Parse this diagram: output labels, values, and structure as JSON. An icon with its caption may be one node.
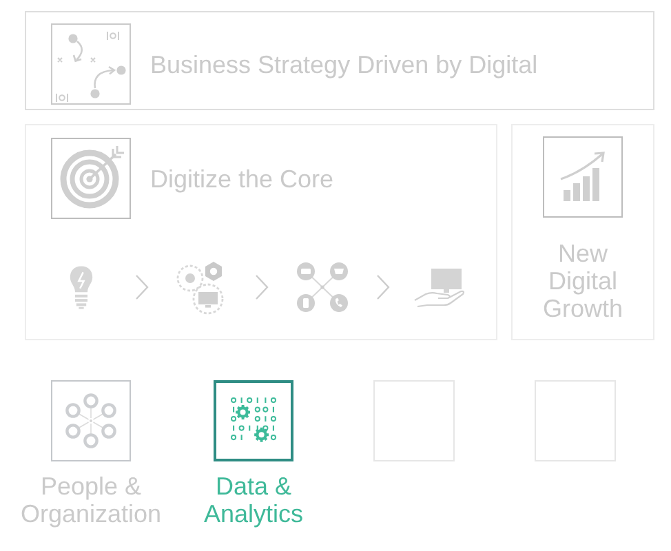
{
  "diagram": {
    "nodes": [
      {
        "text": [
          "Business Strategy Driven by Digital"
        ]
      },
      {
        "text": [
          "Digitize the Core"
        ]
      },
      {
        "text": [],
        "shape": "picture",
        "in": 1
      },
      {
        "text": [],
        "shape": "picture",
        "in": 1
      },
      {
        "text": [],
        "shape": "picture",
        "in": 1
      },
      {
        "text": [],
        "shape": "picture",
        "in": 1
      },
      {
        "text": [
          "New Digital Growth"
        ]
      },
      {
        "text": [
          "People & Organization"
        ]
      },
      {
        "text": [
          "Data & Analytics"
        ]
      },
      {
        "text": [],
        "shape": "box"
      },
      {
        "text": [],
        "shape": "box"
      }
    ],
    "edges": [
      {
        "from": 2,
        "to": 3,
        "arrow": "to"
      },
      {
        "from": 3,
        "to": 4,
        "arrow": "to"
      },
      {
        "from": 4,
        "to": 5,
        "arrow": "to"
      }
    ]
  }
}
